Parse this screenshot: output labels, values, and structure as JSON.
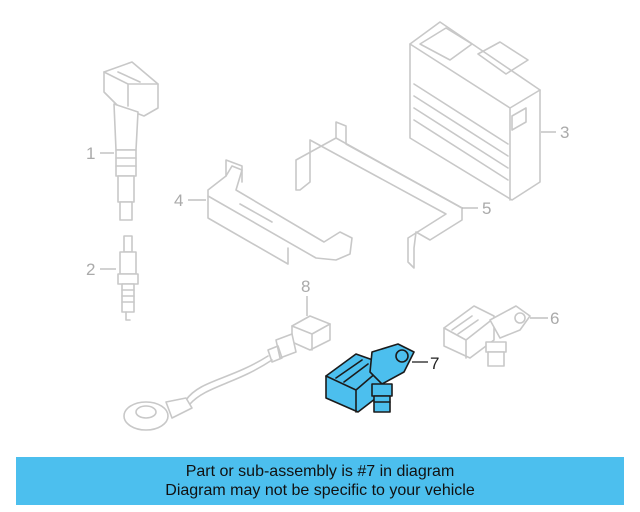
{
  "diagram": {
    "callouts": [
      {
        "number": "1",
        "part": "ignition-coil"
      },
      {
        "number": "2",
        "part": "spark-plug"
      },
      {
        "number": "3",
        "part": "engine-control-module"
      },
      {
        "number": "4",
        "part": "bracket"
      },
      {
        "number": "5",
        "part": "bracket"
      },
      {
        "number": "6",
        "part": "sensor"
      },
      {
        "number": "7",
        "part": "sensor"
      },
      {
        "number": "8",
        "part": "knock-sensor"
      }
    ],
    "highlighted_callout": "7",
    "highlight_color": "#4cbfee",
    "line_color": "#c8c8c8"
  },
  "banner": {
    "line1": "Part or sub-assembly is #7 in diagram",
    "line2": "Diagram may not be specific to your vehicle",
    "background": "#4cbfee"
  }
}
